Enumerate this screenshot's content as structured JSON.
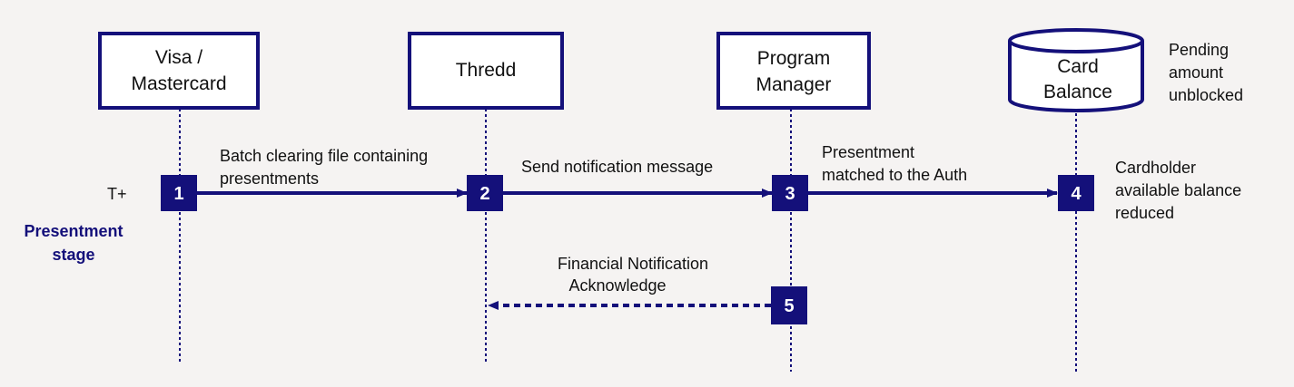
{
  "colors": {
    "primary": "#14107a",
    "background": "#f5f3f2",
    "text": "#111111",
    "step_text": "#ffffff"
  },
  "participants": {
    "visa": {
      "line1": "Visa /",
      "line2": "Mastercard"
    },
    "thredd": {
      "line1": "Thredd"
    },
    "pm": {
      "line1": "Program",
      "line2": "Manager"
    },
    "card": {
      "line1": "Card",
      "line2": "Balance"
    }
  },
  "stage": {
    "time_label": "T+",
    "name_line1": "Presentment",
    "name_line2": "stage"
  },
  "steps": {
    "s1": "1",
    "s2": "2",
    "s3": "3",
    "s4": "4",
    "s5": "5"
  },
  "messages": {
    "m1": {
      "line1": "Batch clearing file containing",
      "line2": "presentments"
    },
    "m2": {
      "line1": "Send notification message"
    },
    "m3": {
      "line1": "Presentment",
      "line2": "matched to the Auth"
    },
    "m5": {
      "line1": "Financial Notification",
      "line2": "Acknowledge"
    }
  },
  "notes": {
    "card_note": {
      "line1": "Pending",
      "line2": "amount",
      "line3": "unblocked"
    },
    "step4_note": {
      "line1": "Cardholder",
      "line2": "available balance",
      "line3": "reduced"
    }
  }
}
